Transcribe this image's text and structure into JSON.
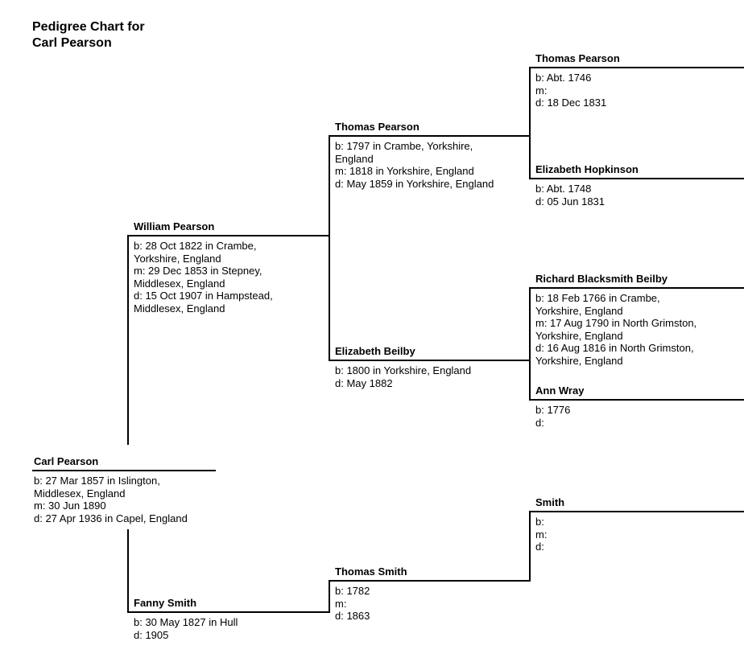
{
  "title": "Pedigree Chart for\nCarl Pearson",
  "persons": {
    "carl": {
      "name": "Carl Pearson",
      "details": "b: 27 Mar 1857 in Islington,\nMiddlesex, England\nm: 30 Jun 1890\nd: 27 Apr 1936 in Capel, England"
    },
    "william": {
      "name": "William Pearson",
      "details": "b: 28 Oct 1822 in Crambe,\nYorkshire, England\nm: 29 Dec 1853 in Stepney,\nMiddlesex, England\nd: 15 Oct 1907 in Hampstead,\nMiddlesex, England"
    },
    "fanny": {
      "name": "Fanny Smith",
      "details": "b: 30 May 1827 in Hull\nd: 1905"
    },
    "thomas_pearson_g3": {
      "name": "Thomas Pearson",
      "details": "b: 1797 in Crambe, Yorkshire,\nEngland\nm: 1818 in Yorkshire, England\nd: May 1859 in Yorkshire, England"
    },
    "elizabeth_beilby": {
      "name": "Elizabeth Beilby",
      "details": "b: 1800 in Yorkshire, England\nd: May 1882"
    },
    "thomas_smith": {
      "name": "Thomas Smith",
      "details": "b: 1782\nm:\nd: 1863"
    },
    "thomas_pearson_g4": {
      "name": "Thomas Pearson",
      "details": "b: Abt. 1746\nm:\nd: 18 Dec 1831"
    },
    "elizabeth_hopkinson": {
      "name": "Elizabeth Hopkinson",
      "details": "b: Abt. 1748\nd: 05 Jun 1831"
    },
    "richard_beilby": {
      "name": "Richard Blacksmith Beilby",
      "details": "b: 18 Feb 1766 in Crambe,\nYorkshire, England\nm: 17 Aug 1790 in North Grimston,\nYorkshire, England\nd: 16 Aug 1816 in North Grimston,\nYorkshire, England"
    },
    "ann_wray": {
      "name": "Ann Wray",
      "details": "b: 1776\nd:"
    },
    "smith": {
      "name": "Smith",
      "details": "b:\nm:\nd:"
    }
  },
  "colors": {
    "line": "#000000",
    "text": "#000000",
    "background": "#ffffff"
  }
}
